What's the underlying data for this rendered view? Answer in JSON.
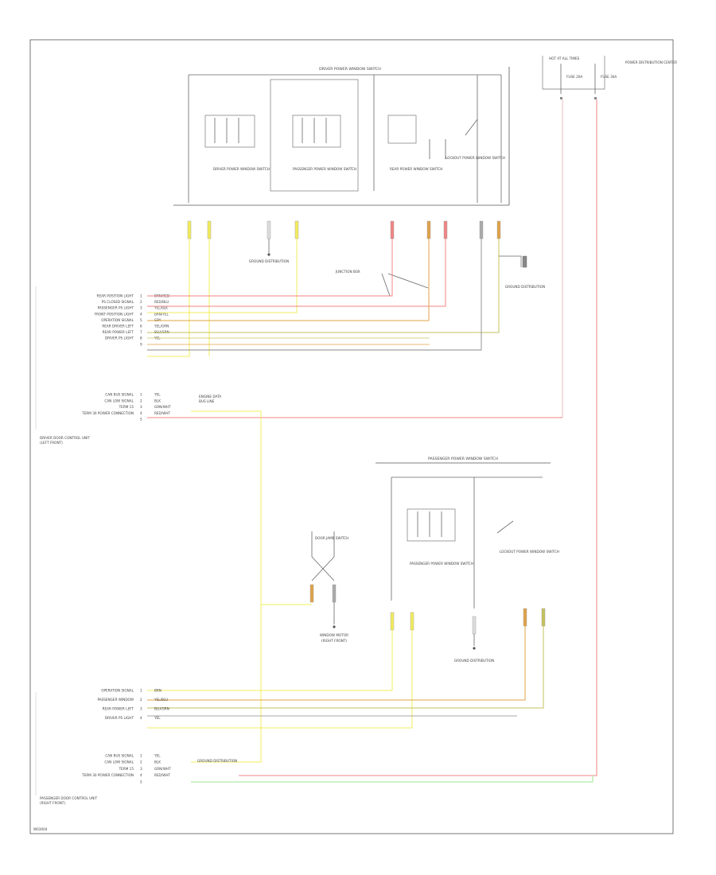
{
  "colors": {
    "yellow": "#f2ec5e",
    "red": "#f08585",
    "orange": "#e0a34a",
    "olive": "#c6c25f",
    "green": "#9ce68e",
    "gray": "#8a8a8a",
    "dark": "#555555"
  },
  "diagram": {
    "driver_module_header": "DRIVER POWER WINDOW SWITCH",
    "passenger_module_header": "PASSENGER POWER WINDOW SWITCH",
    "fuse_box_label": "HOT AT ALL TIMES",
    "fuse_box_note": "POWER DISTRIBUTION CENTER",
    "fuse_1": "FUSE 20A",
    "fuse_2": "FUSE 30A",
    "driver_window_switch": "DRIVER POWER WINDOW SWITCH",
    "passenger_window_switch_a": "PASSENGER POWER WINDOW SWITCH",
    "rear_window_switch": "REAR POWER WINDOW SWITCH",
    "lockout_switch": "LOCKOUT POWER WINDOW SWITCH",
    "passenger_window_switch_b": "PASSENGER POWER WINDOW SWITCH",
    "lockout_switch_b": "LOCKOUT POWER WINDOW SWITCH",
    "ground_1": "GROUND DISTRIBUTION",
    "ground_2": "GROUND DISTRIBUTION",
    "ground_3": "GROUND DISTRIBUTION",
    "ground_4": "GROUND DISTRIBUTION",
    "door_sensor": "DOOR JAMB SWITCH",
    "junction_label": "JUNCTION BOX",
    "driver_unit_title": "DRIVER DOOR CONTROL UNIT",
    "driver_unit_subtitle": "(LEFT FRONT)",
    "passenger_unit_title": "PASSENGER DOOR CONTROL UNIT",
    "passenger_unit_subtitle": "(RIGHT FRONT)",
    "window_motor": "WINDOW MOTOR",
    "window_motor_sub": "(RIGHT FRONT)",
    "connector_note_1": "ENGINE DATA",
    "connector_note_2": "BUS LINE",
    "footer_code": "W03004"
  },
  "driver_pins": [
    {
      "label": "REAR POSITION LIGHT",
      "pin": "1",
      "wire": "BRN/RED"
    },
    {
      "label": "PS CLOSED SIGNAL",
      "pin": "2",
      "wire": "RED/BLU"
    },
    {
      "label": "PASSENGER PS LIGHT",
      "pin": "3",
      "wire": "YEL/BLK"
    },
    {
      "label": "FRONT POSITION LIGHT",
      "pin": "4",
      "wire": "BRN/YEL"
    },
    {
      "label": "OPERATION SIGNAL",
      "pin": "5",
      "wire": "GRY"
    },
    {
      "label": "REAR DRIVER LEFT",
      "pin": "6",
      "wire": "YEL/GRN"
    },
    {
      "label": "REAR POWER LEFT",
      "pin": "7",
      "wire": "BLU/GRN"
    },
    {
      "label": "DRIVER PS LIGHT",
      "pin": "8",
      "wire": "YEL"
    },
    {
      "label": "",
      "pin": "9",
      "wire": ""
    }
  ],
  "driver_bus": [
    {
      "label": "CAN BUS SIGNAL",
      "pin": "1",
      "wire": "YEL"
    },
    {
      "label": "CAN LOW SIGNAL",
      "pin": "2",
      "wire": "BLK"
    },
    {
      "label": "TERM 15",
      "pin": "3",
      "wire": "GRN/WHT"
    },
    {
      "label": "TERM 30 POWER CONNECTION",
      "pin": "4",
      "wire": "RED/WHT"
    },
    {
      "label": "",
      "pin": "5",
      "wire": ""
    }
  ],
  "passenger_pins": [
    {
      "label": "OPERATION SIGNAL",
      "pin": "1",
      "wire": "BRN"
    },
    {
      "label": "PASSENGER WINDOW",
      "pin": "2",
      "wire": "YEL/BLU"
    },
    {
      "label": "REAR POWER LEFT",
      "pin": "3",
      "wire": "BLU/GRN"
    },
    {
      "label": "DRIVER PS LIGHT",
      "pin": "4",
      "wire": "YEL"
    }
  ],
  "passenger_bus": [
    {
      "label": "CAN BUS SIGNAL",
      "pin": "1",
      "wire": "YEL"
    },
    {
      "label": "CAN LOW SIGNAL",
      "pin": "2",
      "wire": "BLK"
    },
    {
      "label": "TERM 15",
      "pin": "3",
      "wire": "GRN/WHT"
    },
    {
      "label": "TERM 30 POWER CONNECTION",
      "pin": "4",
      "wire": "RED/WHT"
    },
    {
      "label": "",
      "pin": "5",
      "wire": ""
    }
  ]
}
